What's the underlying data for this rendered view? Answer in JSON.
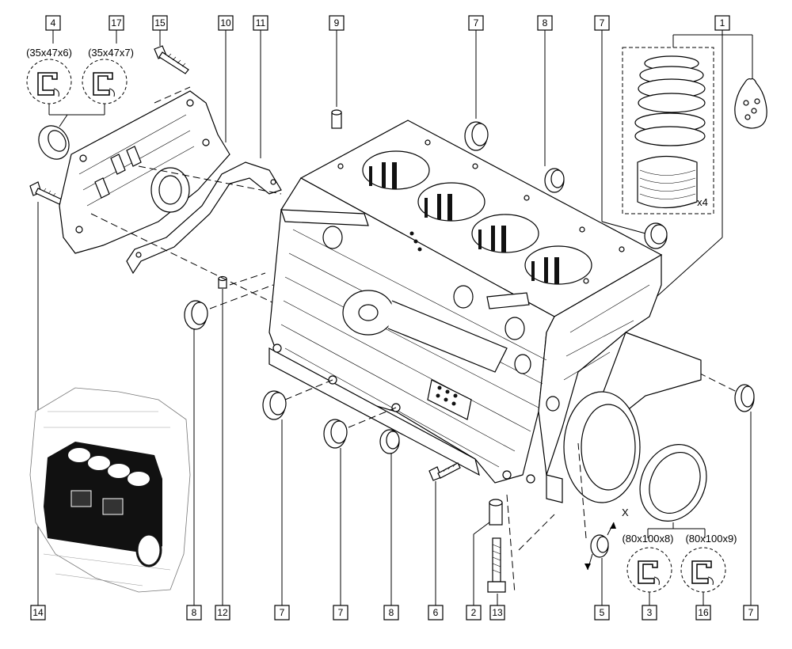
{
  "callouts_top": [
    {
      "id": "c4",
      "label": "4"
    },
    {
      "id": "c17",
      "label": "17"
    },
    {
      "id": "c15",
      "label": "15"
    },
    {
      "id": "c10",
      "label": "10"
    },
    {
      "id": "c11",
      "label": "11"
    },
    {
      "id": "c9",
      "label": "9"
    },
    {
      "id": "c7a",
      "label": "7"
    },
    {
      "id": "c8a",
      "label": "8"
    },
    {
      "id": "c7b",
      "label": "7"
    },
    {
      "id": "c1",
      "label": "1"
    }
  ],
  "callouts_bottom": [
    {
      "id": "b14",
      "label": "14"
    },
    {
      "id": "b8a",
      "label": "8"
    },
    {
      "id": "b12",
      "label": "12"
    },
    {
      "id": "b7a",
      "label": "7"
    },
    {
      "id": "b7b",
      "label": "7"
    },
    {
      "id": "b8b",
      "label": "8"
    },
    {
      "id": "b6",
      "label": "6"
    },
    {
      "id": "b2",
      "label": "2"
    },
    {
      "id": "b13",
      "label": "13"
    },
    {
      "id": "b5",
      "label": "5"
    },
    {
      "id": "b3",
      "label": "3"
    },
    {
      "id": "b16",
      "label": "16"
    },
    {
      "id": "b7c",
      "label": "7"
    }
  ],
  "seal_specs": {
    "s4": "(35x47x6)",
    "s17": "(35x47x7)",
    "s3": "(80x100x8)",
    "s16": "(80x100x9)"
  },
  "piston_count": "x4",
  "dimension_label": "X"
}
